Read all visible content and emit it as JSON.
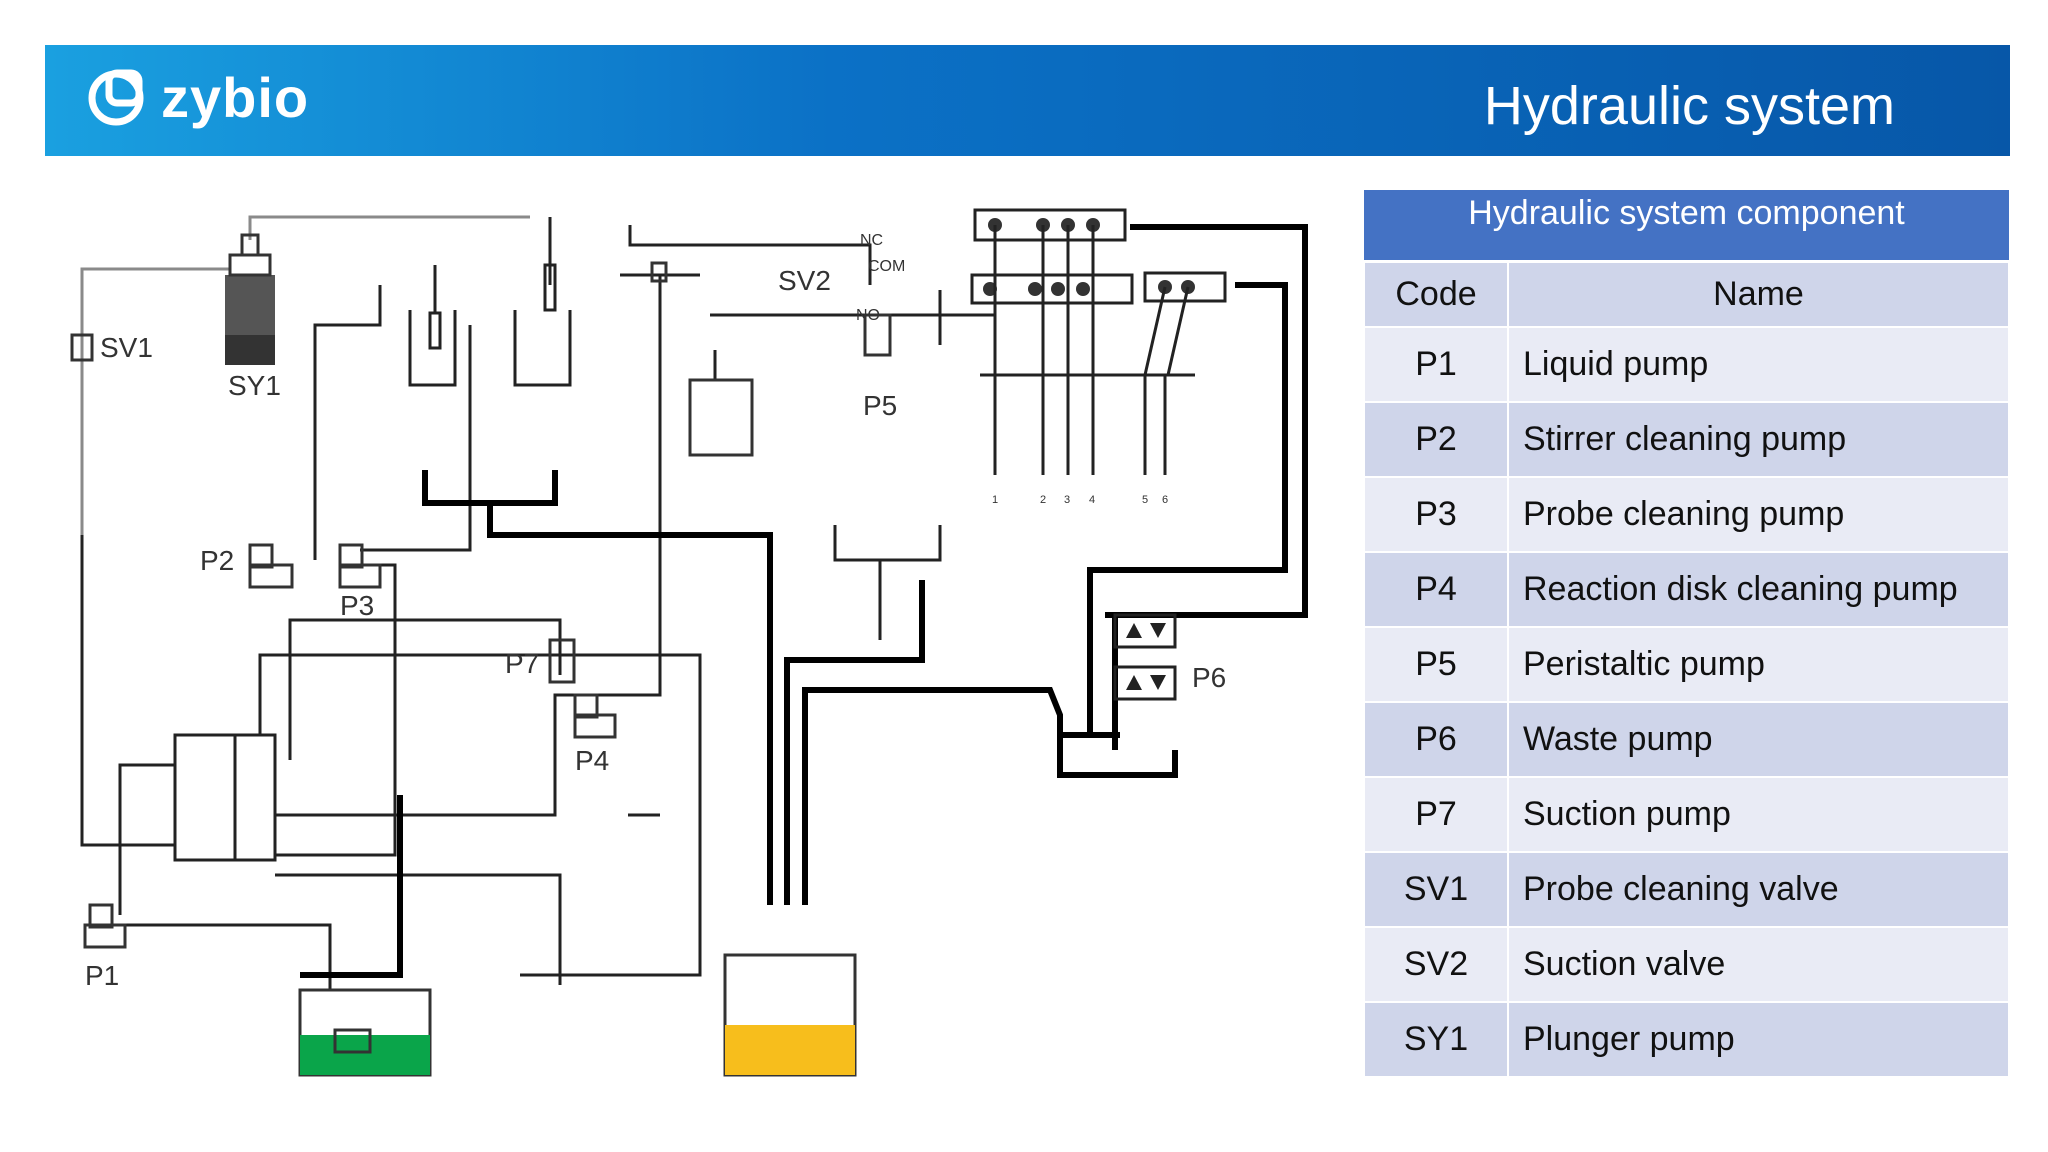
{
  "header": {
    "logo_text": "zybio",
    "title": "Hydraulic system"
  },
  "diagram": {
    "labels": {
      "sv1": "SV1",
      "sy1": "SY1",
      "p1": "P1",
      "p2": "P2",
      "p3": "P3",
      "p4": "P4",
      "p5": "P5",
      "p6": "P6",
      "p7": "P7",
      "sv2": "SV2",
      "nc": "NC",
      "com": "COM",
      "no": "NO",
      "n1": "1",
      "n2": "2",
      "n3": "3",
      "n4": "4",
      "n5": "5",
      "n6": "6"
    },
    "colors": {
      "green_tank": "#0aa54a",
      "yellow_tank": "#f7be1c"
    }
  },
  "table": {
    "title": "Hydraulic system component",
    "col_code": "Code",
    "col_name": "Name",
    "rows": [
      {
        "code": "P1",
        "name": "Liquid pump"
      },
      {
        "code": "P2",
        "name": "Stirrer cleaning pump"
      },
      {
        "code": "P3",
        "name": "Probe cleaning pump"
      },
      {
        "code": "P4",
        "name": "Reaction disk cleaning pump"
      },
      {
        "code": "P5",
        "name": "Peristaltic pump"
      },
      {
        "code": "P6",
        "name": "Waste pump"
      },
      {
        "code": "P7",
        "name": "Suction pump"
      },
      {
        "code": "SV1",
        "name": "Probe cleaning valve"
      },
      {
        "code": "SV2",
        "name": "Suction valve"
      },
      {
        "code": "SY1",
        "name": "Plunger pump"
      }
    ]
  }
}
